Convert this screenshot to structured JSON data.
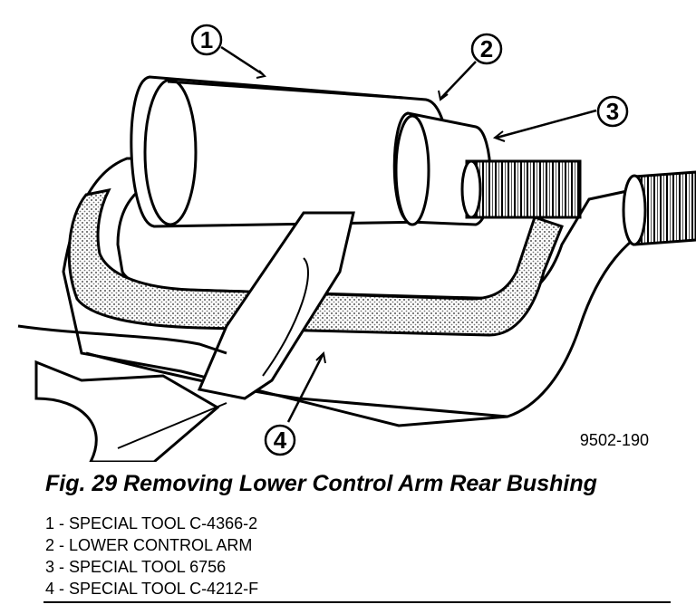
{
  "figure": {
    "id": "9502-190",
    "caption": "Fig. 29 Removing Lower Control Arm Rear Bushing"
  },
  "callouts": [
    "1",
    "2",
    "3",
    "4"
  ],
  "legend": [
    "1 - SPECIAL TOOL C-4366-2",
    "2 - LOWER CONTROL ARM",
    "3 - SPECIAL TOOL 6756",
    "4 - SPECIAL TOOL C-4212-F"
  ],
  "colors": {
    "line": "#000000",
    "background": "#ffffff",
    "shading": "#8a8a8a"
  }
}
